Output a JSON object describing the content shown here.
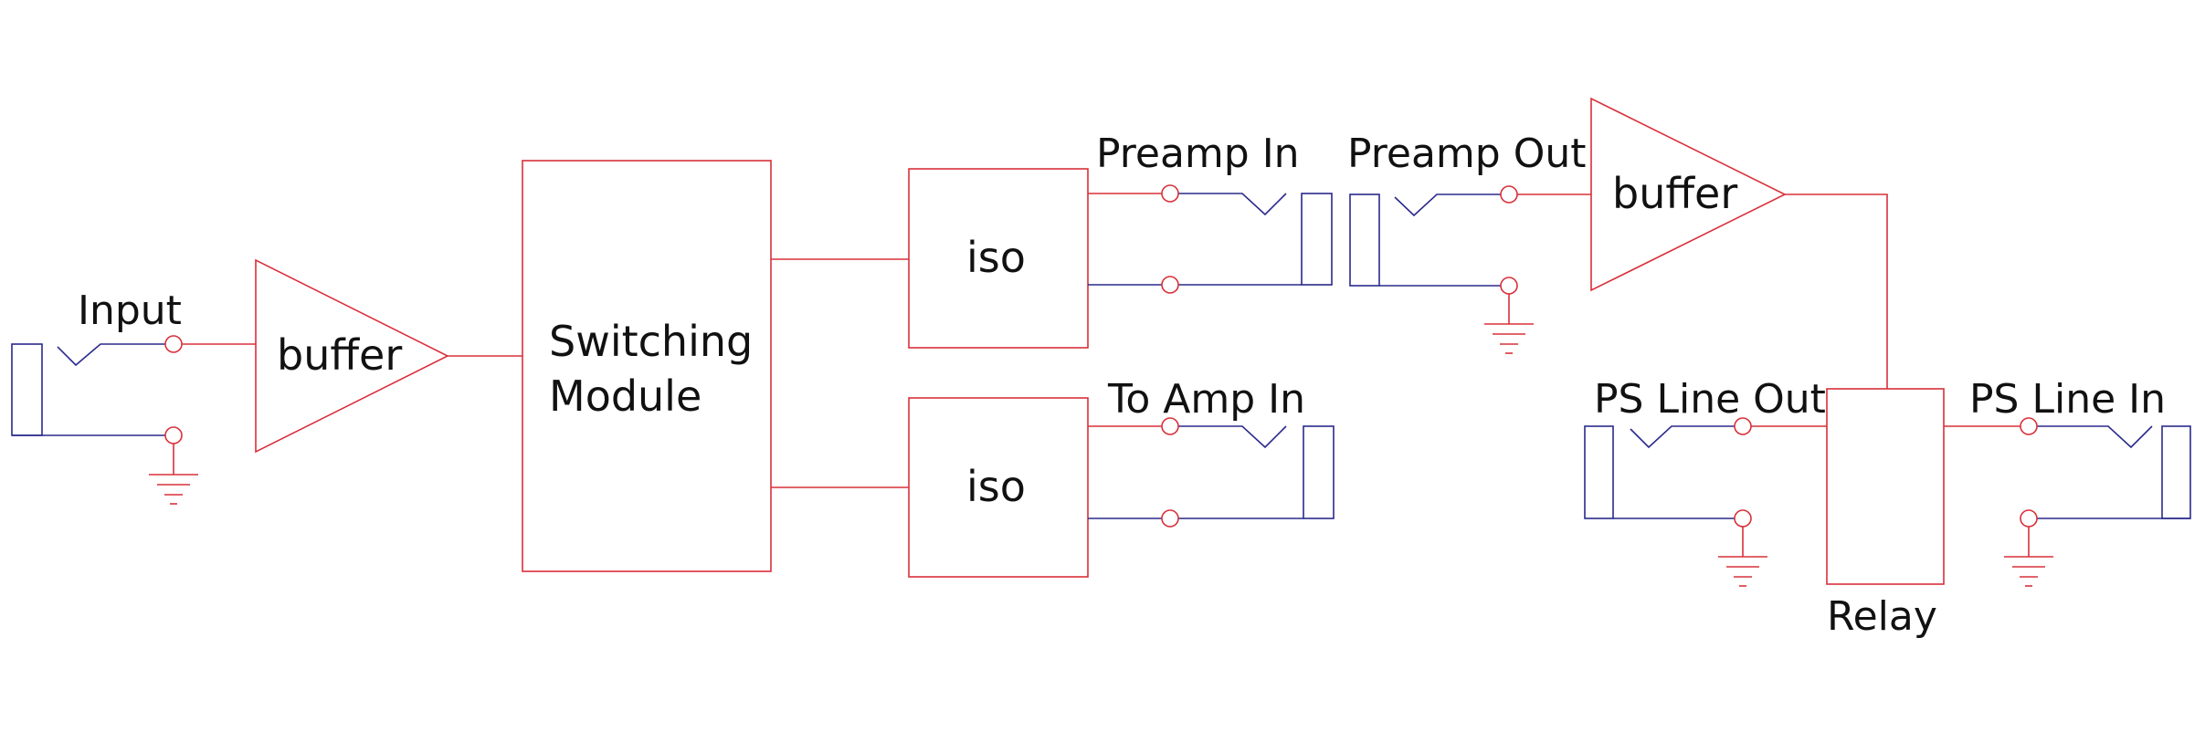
{
  "labels": {
    "input": "Input",
    "buffer_in": "buffer",
    "switching_line1": "Switching",
    "switching_line2": "Module",
    "iso_top": "iso",
    "iso_bottom": "iso",
    "preamp_in": "Preamp In",
    "to_amp_in": "To Amp In",
    "preamp_out": "Preamp Out",
    "buffer_out": "buffer",
    "ps_line_out": "PS Line Out",
    "ps_line_in": "PS Line In",
    "relay": "Relay"
  },
  "colors": {
    "signal": "#d9303a",
    "ground": "#2a2a8c",
    "text": "#111111"
  }
}
